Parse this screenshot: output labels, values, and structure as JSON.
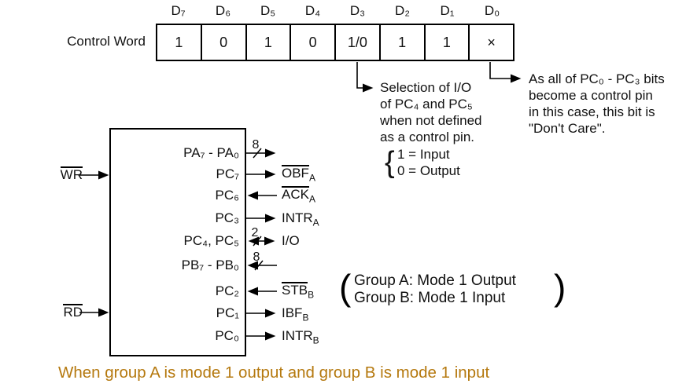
{
  "control_word": {
    "label": "Control Word",
    "bit_headers": [
      "D₇",
      "D₆",
      "D₅",
      "D₄",
      "D₃",
      "D₂",
      "D₁",
      "D₀"
    ],
    "bit_values": [
      "1",
      "0",
      "1",
      "0",
      "1/0",
      "1",
      "1",
      "×"
    ]
  },
  "annotations": {
    "d3": {
      "lines": [
        "Selection of I/O",
        "of PC₄ and PC₅",
        "when not defined",
        "as a control pin."
      ],
      "brace": "{",
      "options": [
        "1 = Input",
        "0 = Output"
      ]
    },
    "d0": {
      "lines": [
        "As all of PC₀ - PC₃ bits",
        "become a control pin",
        "in this case, this bit is",
        "\"Don't Care\"."
      ]
    }
  },
  "diagram": {
    "inputs": [
      {
        "label": "WR",
        "overline": true
      },
      {
        "label": "RD",
        "overline": true
      }
    ],
    "pins": [
      {
        "pin": "PA₇ - PA₀",
        "signal": "",
        "sub": "",
        "bus_width": "8",
        "direction": "out"
      },
      {
        "pin": "PC₇",
        "signal": "OBF",
        "sub": "A",
        "overline": true,
        "direction": "out"
      },
      {
        "pin": "PC₆",
        "signal": "ACK",
        "sub": "A",
        "overline": true,
        "direction": "in"
      },
      {
        "pin": "PC₃",
        "signal": "INTR",
        "sub": "A",
        "overline": false,
        "direction": "out"
      },
      {
        "pin": "PC₄, PC₅",
        "signal": "I/O",
        "sub": "",
        "bus_width": "2",
        "overline": false,
        "direction": "bidirectional"
      },
      {
        "pin": "PB₇ - PB₀",
        "signal": "",
        "sub": "",
        "bus_width": "8",
        "direction": "in"
      },
      {
        "pin": "PC₂",
        "signal": "STB",
        "sub": "B",
        "overline": true,
        "direction": "in"
      },
      {
        "pin": "PC₁",
        "signal": "IBF",
        "sub": "B",
        "overline": false,
        "direction": "out"
      },
      {
        "pin": "PC₀",
        "signal": "INTR",
        "sub": "B",
        "overline": false,
        "direction": "out"
      }
    ],
    "group_note": {
      "open": "(",
      "lines": [
        "Group A: Mode 1 Output",
        "Group B: Mode 1 Input"
      ],
      "close": ")"
    }
  },
  "caption": {
    "text": "When group A is mode 1 output and group B is mode 1 input",
    "color": "#b5790f"
  }
}
